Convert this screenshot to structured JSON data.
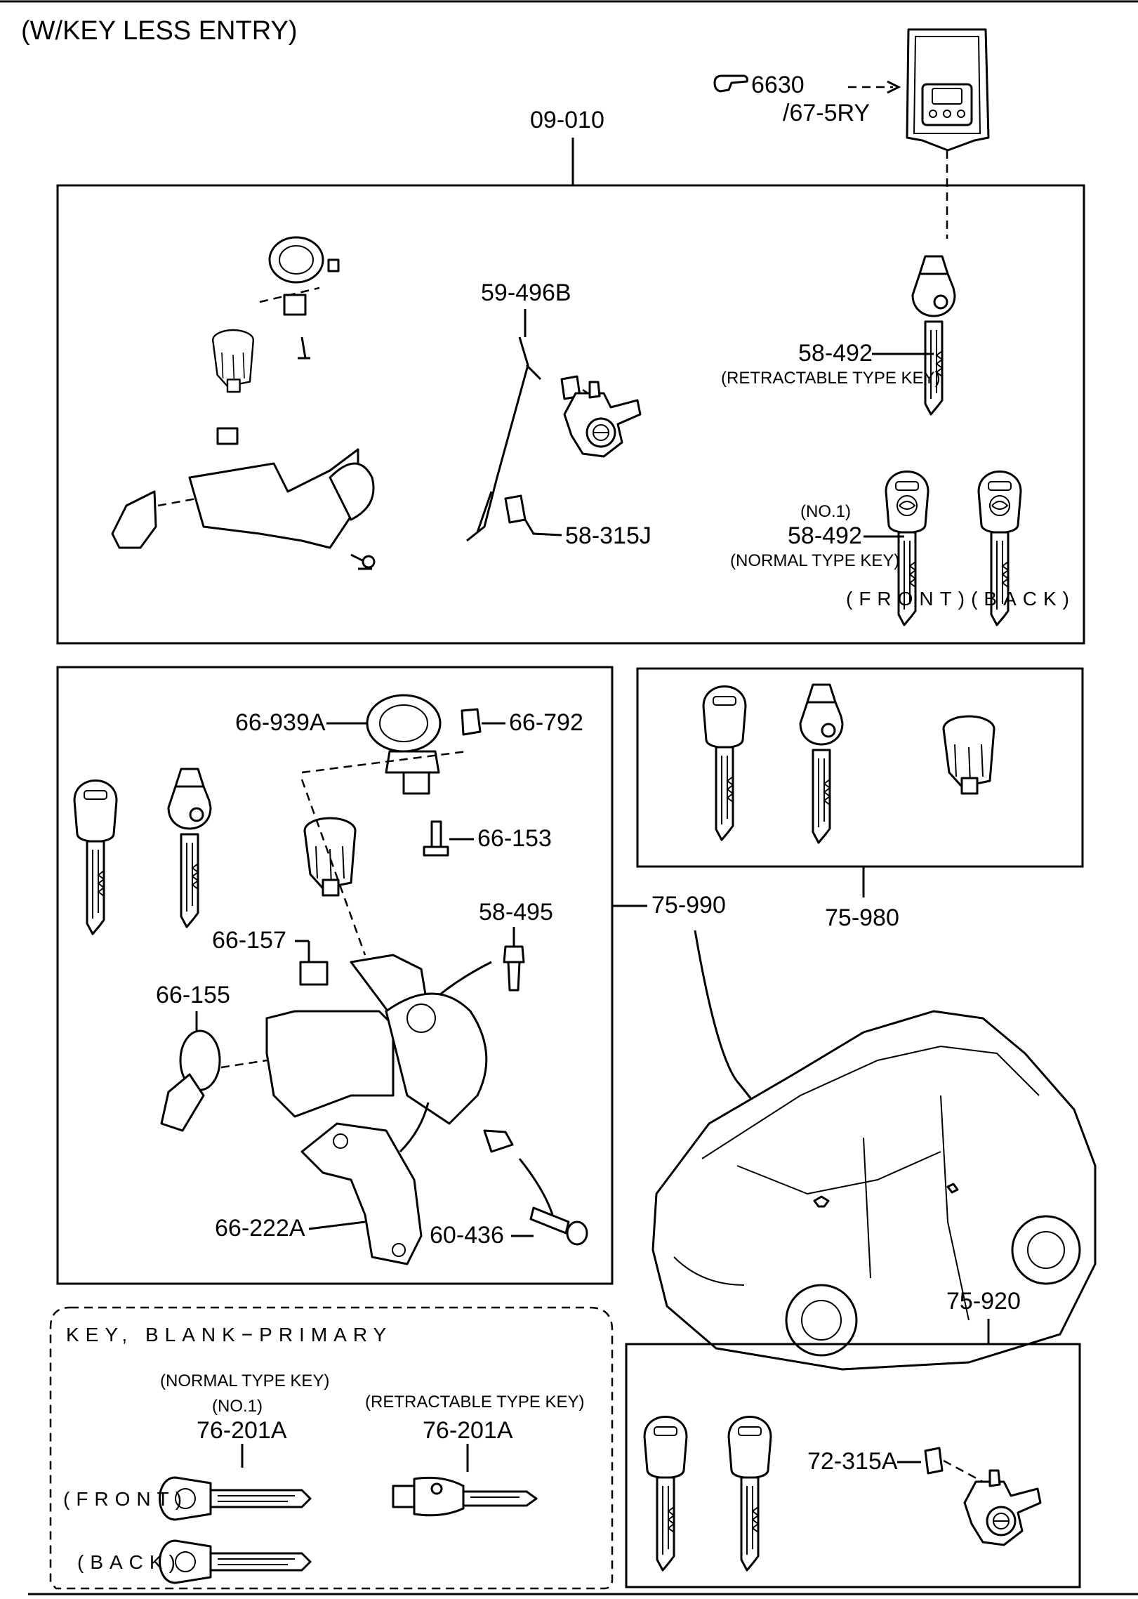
{
  "title": "(W/KEY LESS ENTRY)",
  "ref_6630": {
    "num": "6630",
    "sub": "/67-5RY"
  },
  "labels": {
    "p09_010": "09-010",
    "p59_496B": "59-496B",
    "p58_492_retract": "58-492",
    "retract_note": "(RETRACTABLE TYPE KEY)",
    "no1": "(NO.1)",
    "p58_492_normal": "58-492",
    "normal_note": "(NORMAL TYPE KEY)",
    "front_back": "(FRONT)(BACK)",
    "p58_315J": "58-315J",
    "p66_939A": "66-939A",
    "p66_792": "66-792",
    "p66_153": "66-153",
    "p58_495": "58-495",
    "p75_990": "75-990",
    "p75_980": "75-980",
    "p66_157": "66-157",
    "p66_155": "66-155",
    "p66_222A": "66-222A",
    "p60_436": "60-436",
    "p75_920": "75-920",
    "p72_315A": "72-315A"
  },
  "blank_box": {
    "title": "KEY, BLANK−PRIMARY",
    "normal_note": "(NORMAL TYPE KEY)",
    "no1": "(NO.1)",
    "part_left": "76-201A",
    "retract_note": "(RETRACTABLE TYPE KEY)",
    "part_right": "76-201A",
    "front": "(FRONT)",
    "back": "(BACK)"
  },
  "icons": [
    "pointing-hand-icon",
    "key-fob-icon",
    "mazda-logo-icon",
    "key-icon",
    "lock-cylinder-icon",
    "car-icon"
  ]
}
